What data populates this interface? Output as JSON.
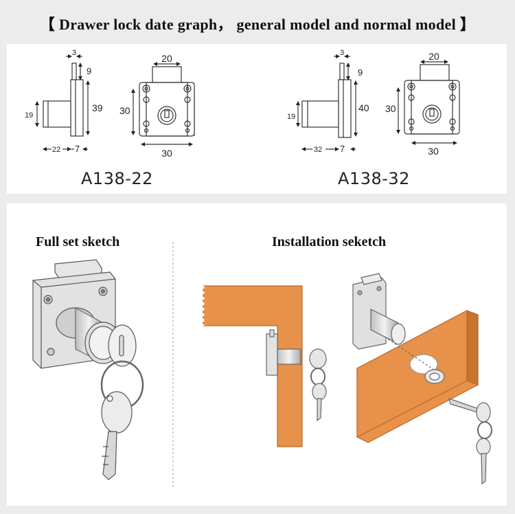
{
  "title": "【 Drawer lock date graph， general model and normal model 】",
  "models": {
    "left": {
      "name": "A138-22",
      "side": {
        "top_width": "3",
        "top_height": "9",
        "body_height": "39",
        "cylinder_height": "19",
        "cylinder_length": "22",
        "plate_thickness": "7"
      },
      "front": {
        "bolt_width": "20",
        "plate_height": "30",
        "plate_width": "30"
      }
    },
    "right": {
      "name": "A138-32",
      "side": {
        "top_width": "3",
        "top_height": "9",
        "body_height": "40",
        "cylinder_height": "19",
        "cylinder_length": "32",
        "plate_thickness": "7"
      },
      "front": {
        "bolt_width": "20",
        "plate_height": "30",
        "plate_width": "30"
      }
    }
  },
  "sections": {
    "full_set": "Full set sketch",
    "installation": "Installation seketch"
  },
  "colors": {
    "wood": "#e8914a",
    "wood_edge": "#c77430",
    "metal": "#d9d9d9",
    "outline": "#444444"
  }
}
